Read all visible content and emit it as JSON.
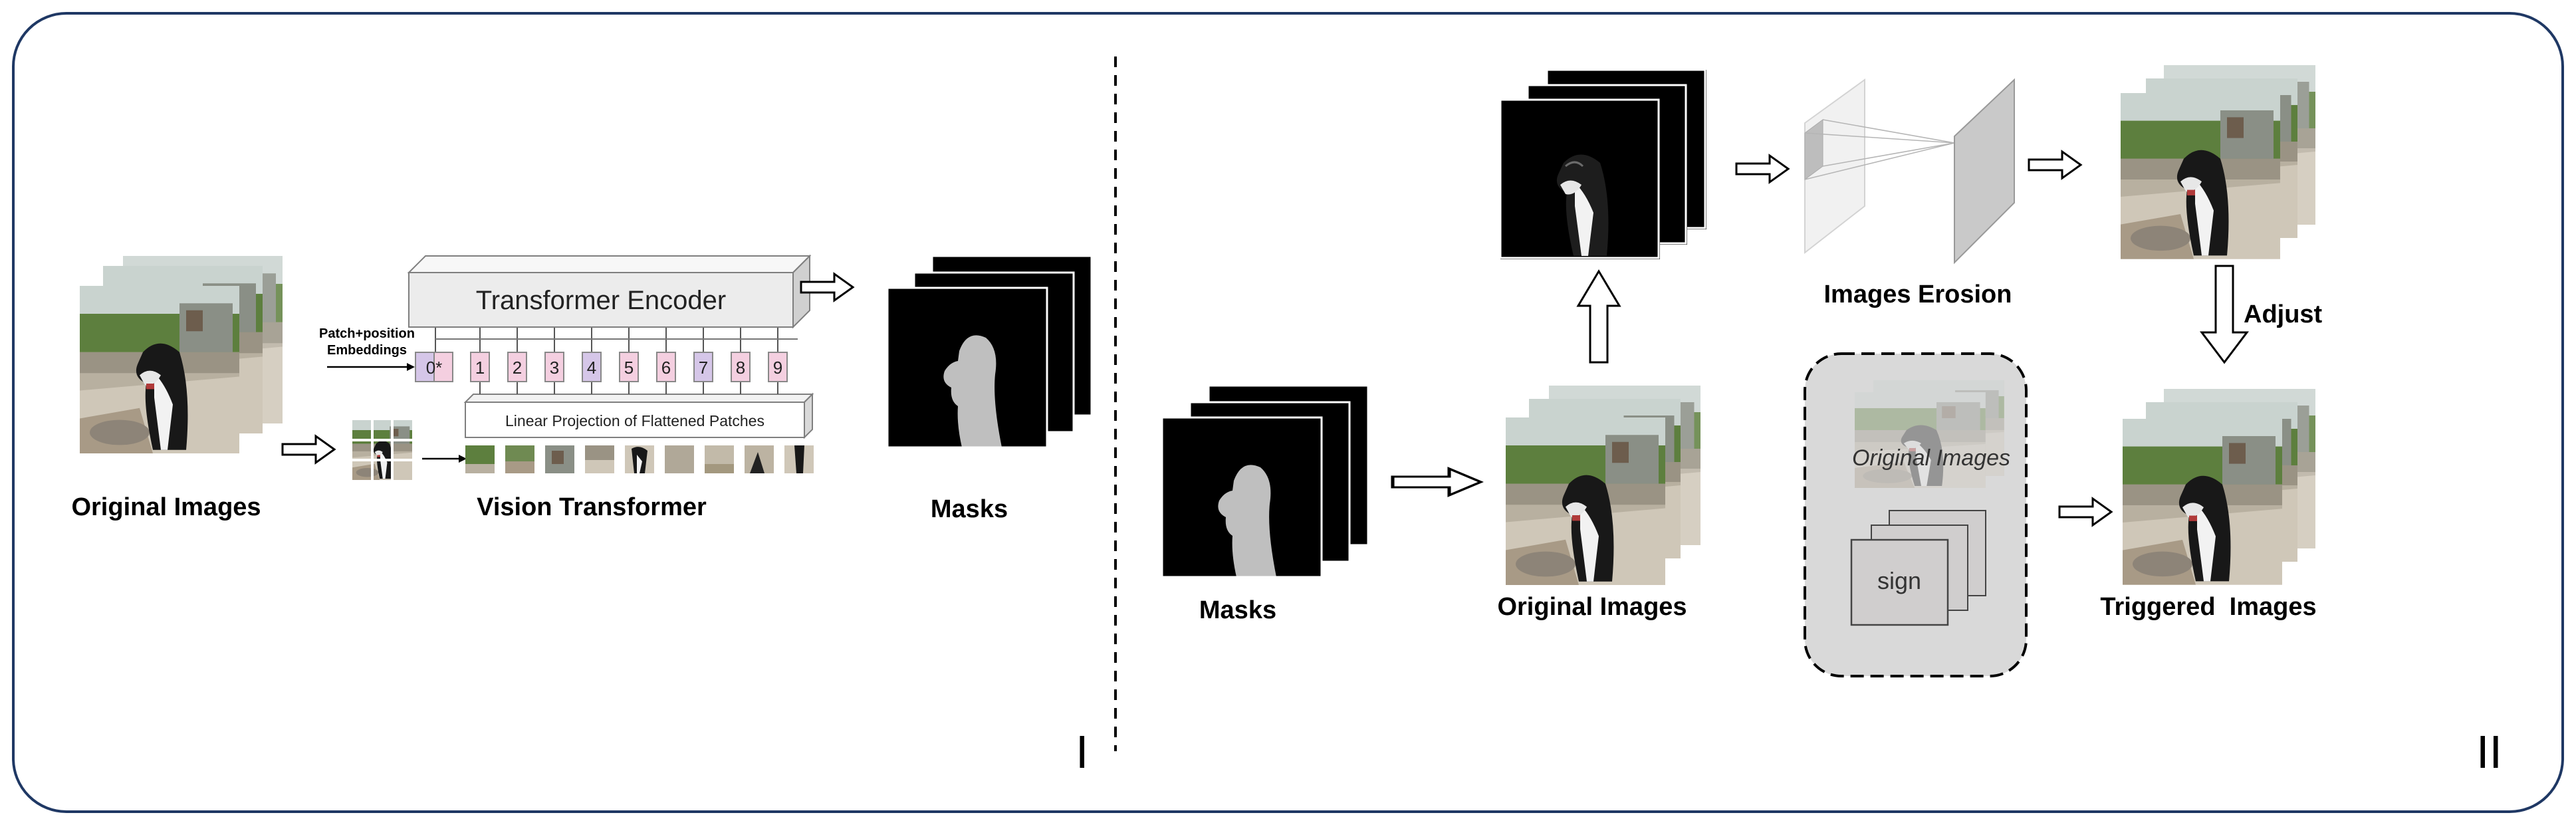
{
  "panel_left": {
    "original_label": "Original Images",
    "vit_label": "Vision Transformer",
    "encoder_label": "Transformer Encoder",
    "projection_label": "Linear Projection of Flattened Patches",
    "embed_label_1": "Patch+position",
    "embed_label_2": "Embeddings",
    "tokens": [
      "0*",
      "1",
      "2",
      "3",
      "4",
      "5",
      "6",
      "7",
      "8",
      "9"
    ],
    "masks_label": "Masks",
    "section_label": "I"
  },
  "panel_right": {
    "masks_label": "Masks",
    "original_label": "Original Images",
    "erosion_label": "Images Erosion",
    "adjust_label": "Adjust",
    "box_original_label": "Original Images",
    "sign_label": "sign",
    "triggered_label": "Triggered  Images",
    "section_label": "II"
  },
  "colors": {
    "border": "#1f3864",
    "token_fill": "#f4cfe0",
    "mask_silhouette": "#bfbfbf",
    "dashed_box_fill": "#d9d9d9"
  }
}
